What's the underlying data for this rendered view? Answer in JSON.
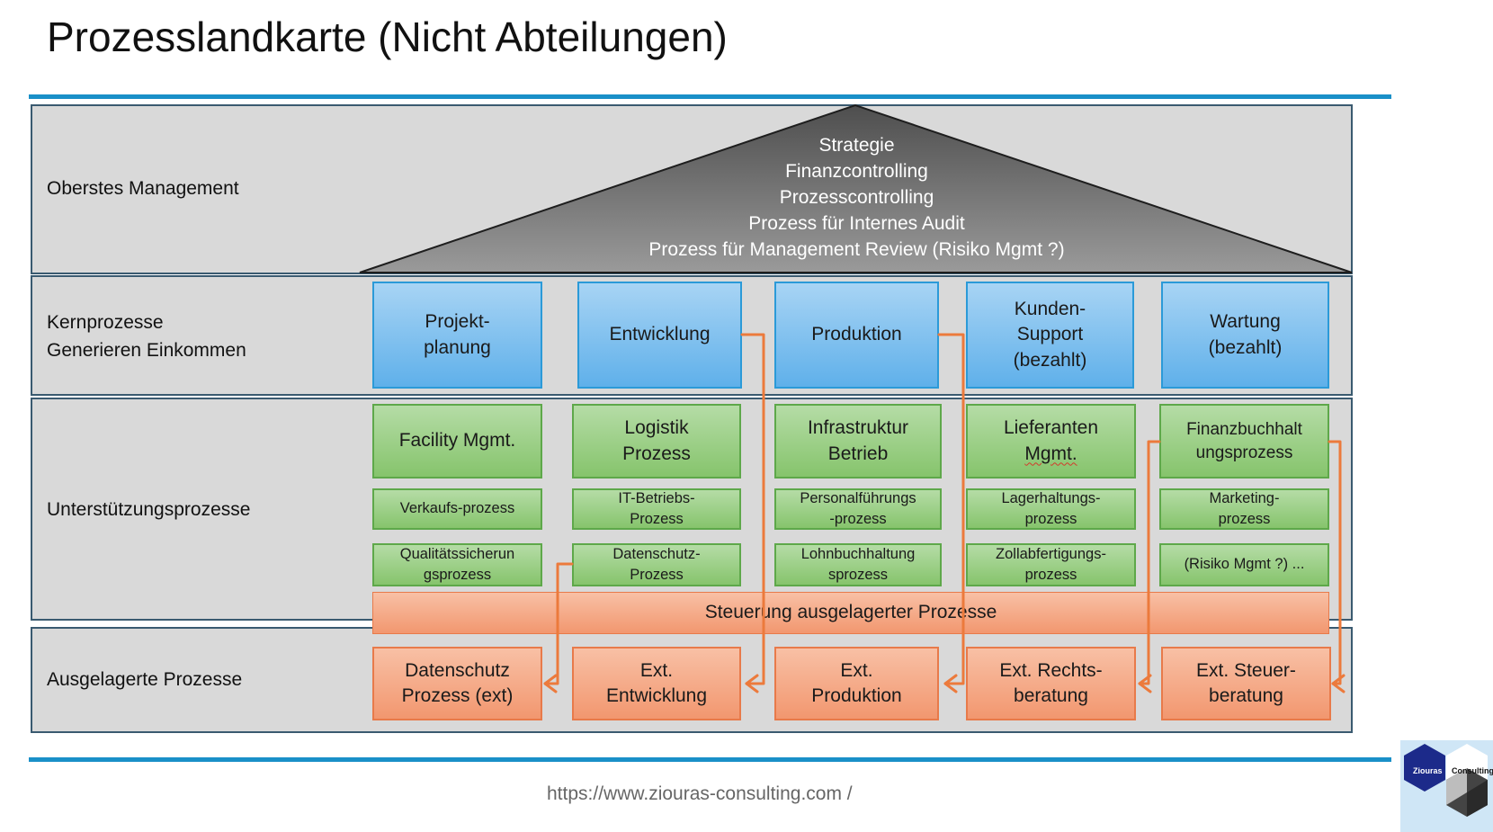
{
  "title": "Prozesslandkarte (Nicht Abteilungen)",
  "colors": {
    "accent_line": "#1a90c8",
    "band_bg": "#d9d9d9",
    "core_blue": "#5fb0ea",
    "support_green": "#86c46c",
    "external_orange": "#f2976f",
    "arrow_orange": "#ec7a3c",
    "management_triangle": "#6e6e6e"
  },
  "bands": {
    "management": {
      "label": "Oberstes Management"
    },
    "core": {
      "label_line1": "Kernprozesse",
      "label_line2": "Generieren Einkommen"
    },
    "support": {
      "label": "Unterstützungsprozesse"
    },
    "outsourced": {
      "label": "Ausgelagerte Prozesse"
    }
  },
  "management_items": [
    "Strategie",
    "Finanzcontrolling",
    "Prozesscontrolling",
    "Prozess für Internes Audit",
    "Prozess für Management Review (Risiko Mgmt ?)"
  ],
  "core_processes": [
    {
      "line1": "Projekt-",
      "line2": "planung"
    },
    {
      "line1": "Entwicklung",
      "line2": ""
    },
    {
      "line1": "Produktion",
      "line2": ""
    },
    {
      "line1": "Kunden-",
      "line2": "Support",
      "line3": "(bezahlt)"
    },
    {
      "line1": "Wartung",
      "line2": "(bezahlt)"
    }
  ],
  "support_large": [
    {
      "line1": "Facility Mgmt."
    },
    {
      "line1": "Logistik",
      "line2": "Prozess"
    },
    {
      "line1": "Infrastruktur",
      "line2": "Betrieb"
    },
    {
      "line1": "Lieferanten",
      "line2": "Mgmt."
    },
    {
      "line1": "Finanzbuchhalt",
      "line2": "ungsprozess"
    }
  ],
  "support_row2": [
    {
      "line1": "Verkaufs-prozess"
    },
    {
      "line1": "IT-Betriebs-",
      "line2": "Prozess"
    },
    {
      "line1": "Personalführungs",
      "line2": "-prozess"
    },
    {
      "line1": "Lagerhaltungs-",
      "line2": "prozess"
    },
    {
      "line1": "Marketing-",
      "line2": "prozess"
    }
  ],
  "support_row3": [
    {
      "line1": "Qualitätssicherun",
      "line2": "gsprozess"
    },
    {
      "line1": "Datenschutz-",
      "line2": "Prozess"
    },
    {
      "line1": "Lohnbuchhaltung",
      "line2": "sprozess"
    },
    {
      "line1": "Zollabfertigungs-",
      "line2": "prozess"
    },
    {
      "line1": "(Risiko Mgmt ?) ..."
    }
  ],
  "steuerung": "Steuerung ausgelagerter Prozesse",
  "outsourced_processes": [
    {
      "line1": "Datenschutz",
      "line2": "Prozess (ext)"
    },
    {
      "line1": "Ext.",
      "line2": "Entwicklung"
    },
    {
      "line1": "Ext.",
      "line2": "Produktion"
    },
    {
      "line1": "Ext. Rechts-",
      "line2": "beratung"
    },
    {
      "line1": "Ext. Steuer-",
      "line2": "beratung"
    }
  ],
  "footer": "https://www.ziouras-consulting.com  /",
  "logo": {
    "text_left": "Ziouras",
    "text_right": "Consulting"
  }
}
